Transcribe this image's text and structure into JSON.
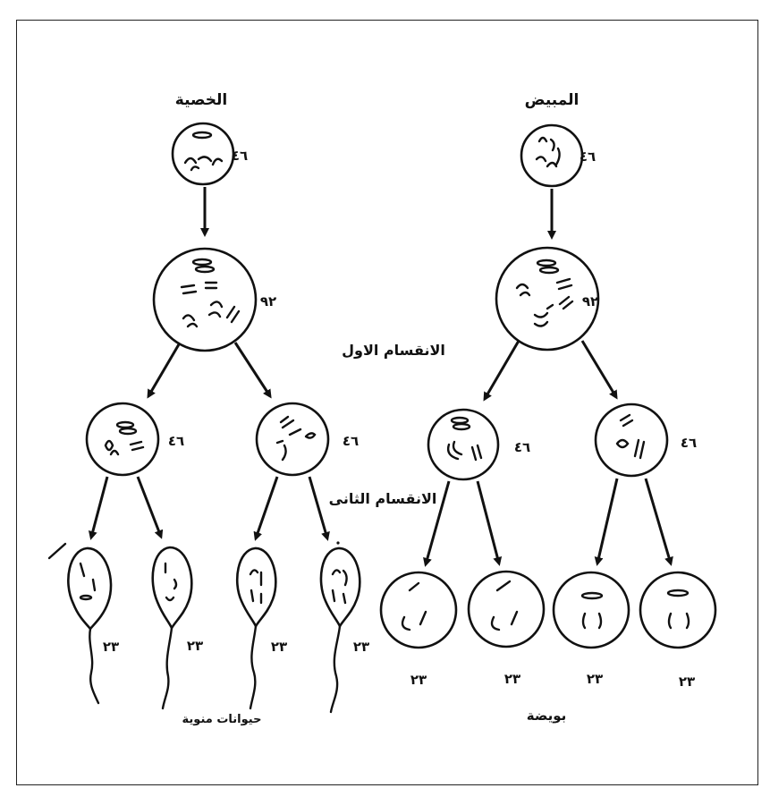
{
  "labels": {
    "testis": "الخصية",
    "ovary": "المبيض",
    "first_division": "الانقسام الاول",
    "second_division": "الانقسام الثانى",
    "sperm": "حيوانات منوية",
    "ova": "بويضة"
  },
  "counts": {
    "testis_cell": "٤٦",
    "ovary_cell": "٤٦",
    "testis_dup": "٩٢",
    "ovary_dup": "٩٢",
    "testis_sec_left": "٤٦",
    "testis_sec_right": "٤٦",
    "ovary_sec_left": "٤٦",
    "ovary_sec_right": "٤٦",
    "sperm_1": "٢٣",
    "sperm_2": "٢٣",
    "sperm_3": "٢٣",
    "sperm_4": "٢٣",
    "egg_1": "٢٣",
    "egg_2": "٢٣",
    "egg_3": "٢٣",
    "egg_4": "٢٣"
  }
}
